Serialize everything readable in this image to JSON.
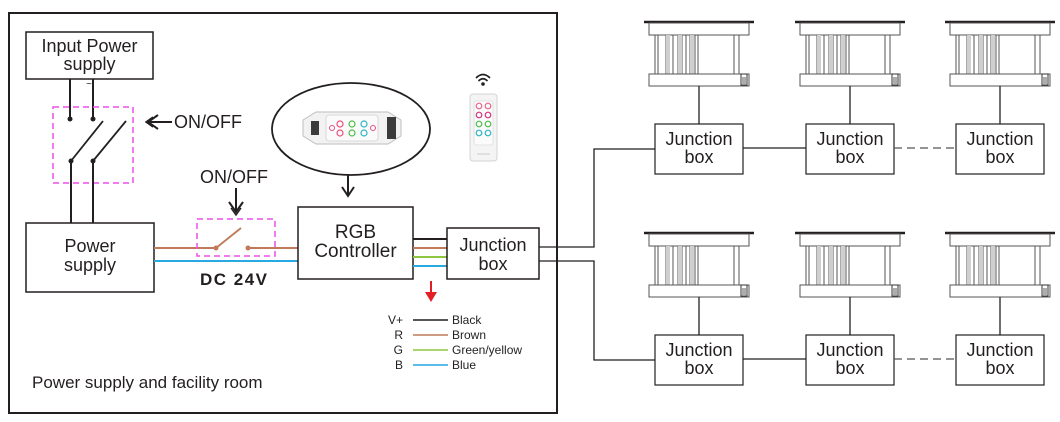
{
  "room": {
    "label": "Power supply and facility room"
  },
  "input_power": {
    "line1": "Input Power",
    "line2": "supply",
    "ac_symbol": "~"
  },
  "main_switch": {
    "label": "ON/OFF"
  },
  "dc_switch": {
    "label": "ON/OFF",
    "voltage": "DC 24V"
  },
  "power_supply": {
    "line1": "Power",
    "line2": "supply"
  },
  "controller": {
    "line1": "RGB",
    "line2": "Controller",
    "image": "led-controller-device",
    "remote": "rf-remote-control",
    "wireless_icon": "wifi-signal-icon"
  },
  "main_junction": {
    "line1": "Junction",
    "line2": "box"
  },
  "legend": {
    "items": [
      {
        "signal": "V+",
        "color_name": "Black",
        "color": "#231f20"
      },
      {
        "signal": "R",
        "color_name": "Brown",
        "color": "#c07a5a"
      },
      {
        "signal": "G",
        "color_name": "Green/yellow",
        "color": "#8dc63f"
      },
      {
        "signal": "B",
        "color_name": "Blue",
        "color": "#27a9e1"
      }
    ]
  },
  "rows": [
    {
      "junctions": [
        {
          "line1": "Junction",
          "line2": "box"
        },
        {
          "line1": "Junction",
          "line2": "box"
        },
        {
          "line1": "Junction",
          "line2": "box"
        }
      ],
      "lights": [
        "inground-light",
        "inground-light",
        "inground-light"
      ]
    },
    {
      "junctions": [
        {
          "line1": "Junction",
          "line2": "box"
        },
        {
          "line1": "Junction",
          "line2": "box"
        },
        {
          "line1": "Junction",
          "line2": "box"
        }
      ],
      "lights": [
        "inground-light",
        "inground-light",
        "inground-light"
      ]
    }
  ],
  "colors": {
    "line": "#231f20",
    "switch_box": "#ec4fe9",
    "brown_wire": "#c07a5a",
    "blue_wire": "#27a9e1",
    "green_wire": "#8dc63f",
    "red_arrow": "#e21f26"
  }
}
